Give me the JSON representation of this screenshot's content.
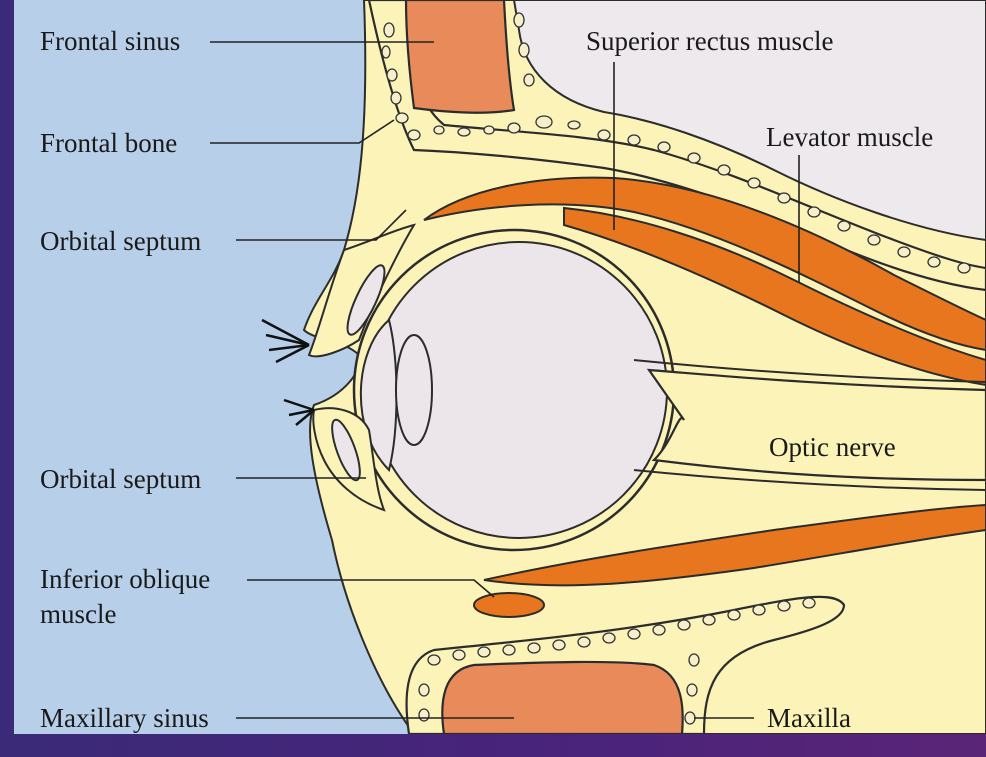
{
  "labels": {
    "frontal_sinus": "Frontal sinus",
    "frontal_bone": "Frontal bone",
    "orbital_septum_upper": "Orbital septum",
    "orbital_septum_lower": "Orbital septum",
    "inferior_oblique_line1": "Inferior oblique",
    "inferior_oblique_line2": "muscle",
    "maxillary_sinus": "Maxillary sinus",
    "superior_rectus": "Superior rectus muscle",
    "levator": "Levator muscle",
    "optic_nerve": "Optic nerve",
    "maxilla": "Maxilla"
  },
  "colors": {
    "skin_background": "#b7cfe9",
    "tissue": "#fbf3b8",
    "muscle": "#e8761f",
    "sinus": "#e98a5a",
    "eye": "#ece6ea",
    "cranial": "#eee9ec",
    "slide_border": "#4a237a"
  }
}
